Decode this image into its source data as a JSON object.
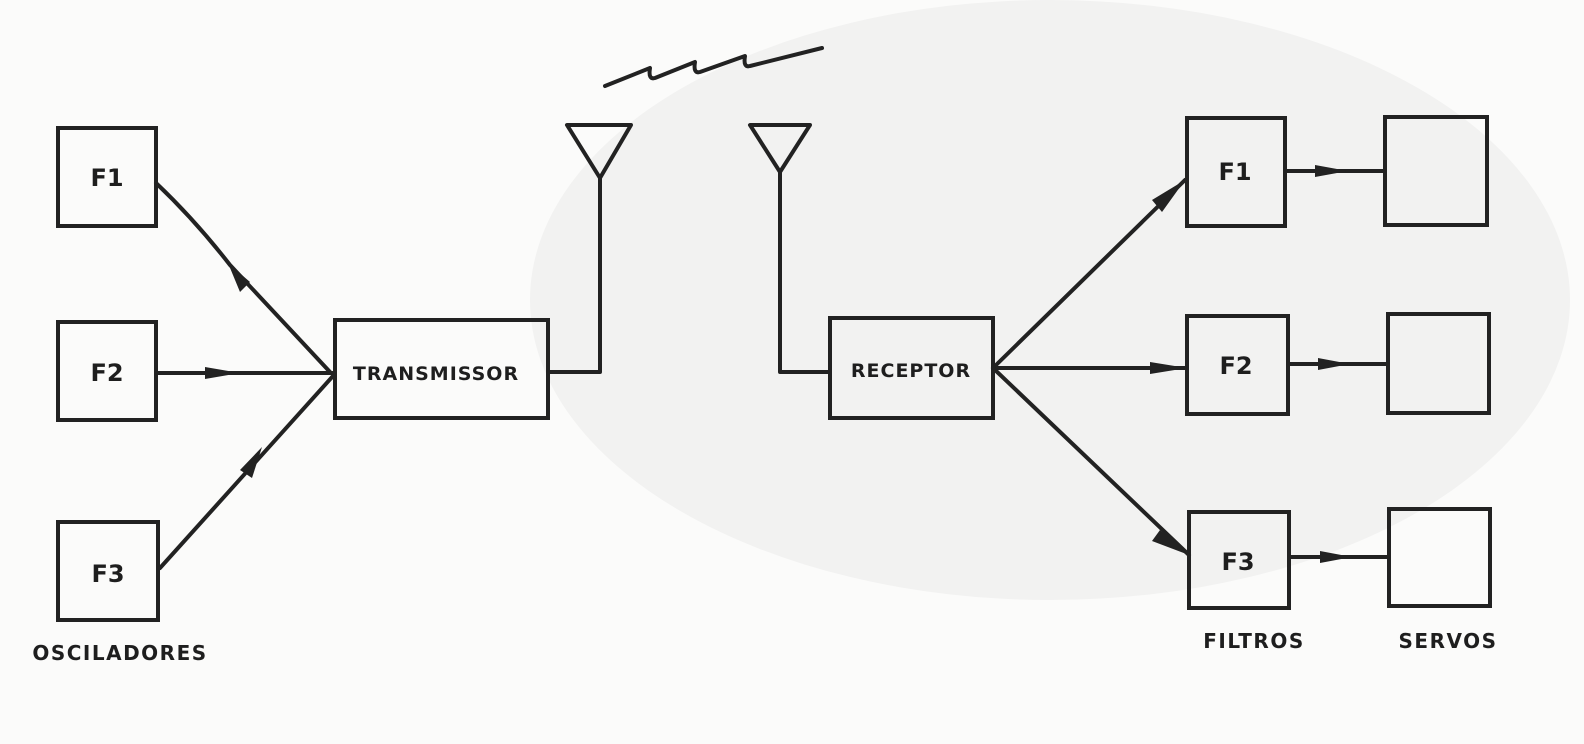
{
  "oscillators": {
    "group_label": "OSCILADORES",
    "items": [
      {
        "label": "F1"
      },
      {
        "label": "F2"
      },
      {
        "label": "F3"
      }
    ]
  },
  "transmitter": {
    "label": "TRANSMISSOR"
  },
  "receiver": {
    "label": "RECEPTOR"
  },
  "filters": {
    "group_label": "FILTROS",
    "items": [
      {
        "label": "F1"
      },
      {
        "label": "F2"
      },
      {
        "label": "F3"
      }
    ]
  },
  "servos": {
    "group_label": "SERVOS",
    "count": 3
  },
  "colors": {
    "ink": "#222222",
    "paper": "#fbfbfa"
  }
}
